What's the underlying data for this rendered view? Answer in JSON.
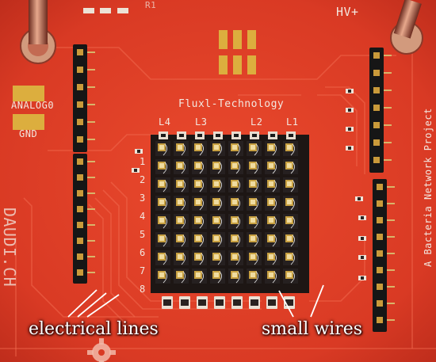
{
  "board": {
    "top_right_label": "HV+",
    "center_title": "Fluxl-Technology",
    "pad_label_1": "ANALOG0",
    "pad_label_2": "GND",
    "side_text_left": "DAUDI.CH",
    "side_text_right": "A Bacteria Network Project",
    "top_fragment": "R1",
    "column_labels": [
      "L4",
      "L3",
      "L2",
      "L1"
    ],
    "row_labels": [
      "1",
      "2",
      "3",
      "4",
      "5",
      "6",
      "7",
      "8"
    ]
  },
  "annotations": {
    "electrical_lines": "electrical lines",
    "small_wires": "small wires"
  },
  "colors": {
    "pcb_red": "#e23a26",
    "pad_gold": "#d9a93a",
    "silk_white": "#f3e7df",
    "header_black": "#161616",
    "annotation_white": "#ffffff"
  }
}
